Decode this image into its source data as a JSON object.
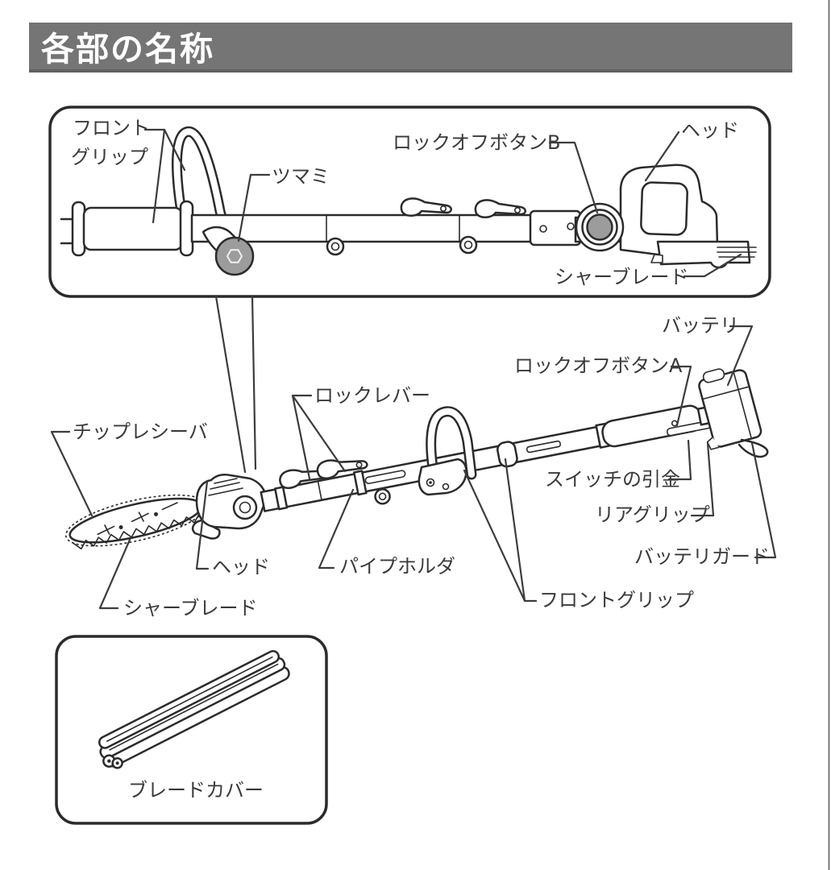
{
  "header": {
    "title": "各部の名称"
  },
  "inset": {
    "front_grip_line1": "フロント",
    "front_grip_line2": "グリップ",
    "knob": "ツマミ",
    "lock_off_button_b": "ロックオフボタンB",
    "head": "ヘッド",
    "shear_blade": "シャーブレード"
  },
  "main": {
    "battery": "バッテリ",
    "lock_off_button_a": "ロックオフボタンA",
    "lock_lever": "ロックレバー",
    "chip_receiver": "チップレシーバ",
    "switch_trigger": "スイッチの引金",
    "rear_grip": "リアグリップ",
    "battery_guard": "バッテリガード",
    "head": "ヘッド",
    "pipe_holder": "パイプホルダ",
    "shear_blade": "シャーブレード",
    "front_grip": "フロントグリップ"
  },
  "accessory": {
    "blade_cover": "ブレードカバー"
  },
  "colors": {
    "header_bg": "#757575",
    "header_text": "#ffffff",
    "line": "#2b2b2b",
    "leader": "#3c3c3c",
    "label": "#3a3a3a",
    "knob_gray": "#9c9c9c",
    "page_bg": "#ffffff",
    "page_edge": "#555555"
  }
}
